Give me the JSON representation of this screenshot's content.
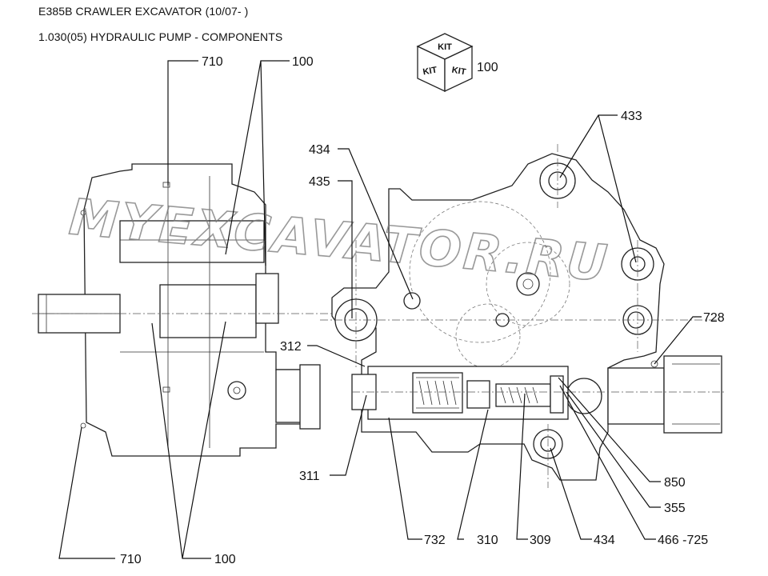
{
  "header": {
    "title": "E385B CRAWLER EXCAVATOR (10/07- )",
    "subtitle": "1.030(05) HYDRAULIC PUMP - COMPONENTS"
  },
  "kit": {
    "face_text": "KIT",
    "ref": "100"
  },
  "watermark": "MYEXCAVATOR.RU",
  "callouts": {
    "c710_top": "710",
    "c100_top": "100",
    "c434_top": "434",
    "c435": "435",
    "c433": "433",
    "c728": "728",
    "c312": "312",
    "c311": "311",
    "c850": "850",
    "c355": "355",
    "c710_bottom": "710",
    "c100_bottom": "100",
    "c732": "732",
    "c310": "310",
    "c309": "309",
    "c434_bottom": "434",
    "c466": "466 -725"
  }
}
